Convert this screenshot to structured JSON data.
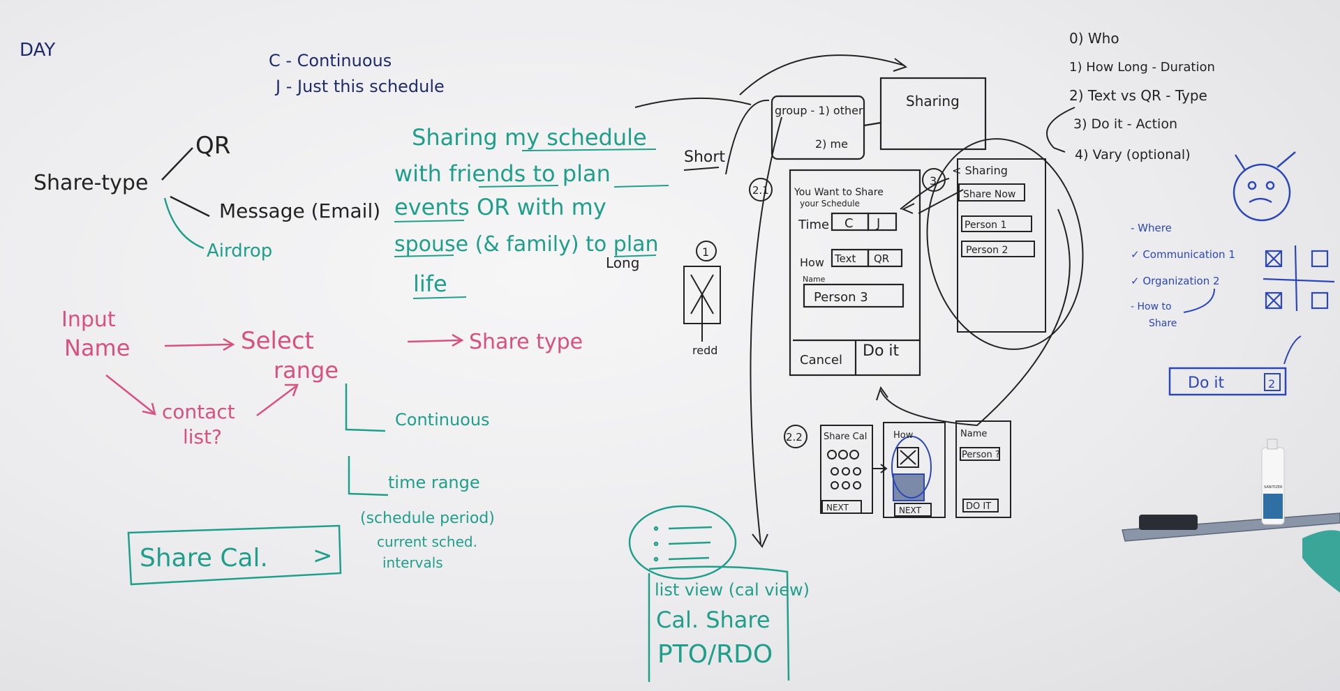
{
  "top_left": {
    "day": "DAY",
    "legend_c": "C - Continuous",
    "legend_j": "J - Just this schedule"
  },
  "share_type_tree": {
    "root": "Share-type",
    "qr": "QR",
    "message": "Message (Email)",
    "airdrop": "Airdrop"
  },
  "goal": {
    "line1": "Sharing my schedule",
    "line2": "with friends to plan",
    "line3": "events OR with my",
    "line4": "spouse (& family) to plan",
    "line5": "life",
    "short": "Short",
    "long": "Long"
  },
  "flow": {
    "input_name_1": "Input",
    "input_name_2": "Name",
    "select_range_1": "Select",
    "select_range_2": "range",
    "share_type": "Share type",
    "contact_list_1": "contact",
    "contact_list_2": "list?",
    "continuous": "Continuous",
    "time_range": "time range",
    "schedule_period": "(schedule period)",
    "current_sched": "current sched.",
    "intervals": "intervals"
  },
  "share_cal_button": {
    "label": "Share Cal.",
    "chevron": ">"
  },
  "wireframes": {
    "group_box_1": "group - 1) other",
    "group_box_2": "2) me",
    "sharing": "Sharing",
    "step1": "1",
    "step1_caption": "redd",
    "step2_1": "2.1",
    "screen_title_1": "You Want to Share",
    "screen_title_2": "your Schedule",
    "time_label": "Time",
    "time_c": "C",
    "time_j": "J",
    "how_label": "How",
    "how_text": "Text",
    "how_qr": "QR",
    "name_label": "Name",
    "name_value": "Person 3",
    "cancel": "Cancel",
    "do_it": "Do it",
    "step3": "3",
    "share_header": "< Sharing",
    "share_now": "Share Now",
    "person1": "Person 1",
    "person2": "Person 2",
    "step2_2": "2.2",
    "share_cal": "Share Cal",
    "how": "How",
    "name": "Name",
    "person_q": "Person ?",
    "next1": "NEXT",
    "next2": "NEXT",
    "do_it_2": "DO IT"
  },
  "list_view": {
    "line1": "list view (cal view)",
    "line2": "Cal. Share",
    "line3": "PTO/RDO"
  },
  "questions": {
    "q0": "0) Who",
    "q1": "1) How Long - Duration",
    "q2": "2) Text vs QR - Type",
    "q3": "3) Do it - Action",
    "q4": "4) Vary (optional)"
  },
  "where_list": {
    "where": "- Where",
    "communication": "✓ Communication 1",
    "organization": "✓ Organization 2",
    "how_to_share_1": "- How to",
    "how_to_share_2": "Share"
  },
  "do_it_button": {
    "label": "Do it",
    "num": "2"
  },
  "bottle_label": "SANITIZER"
}
